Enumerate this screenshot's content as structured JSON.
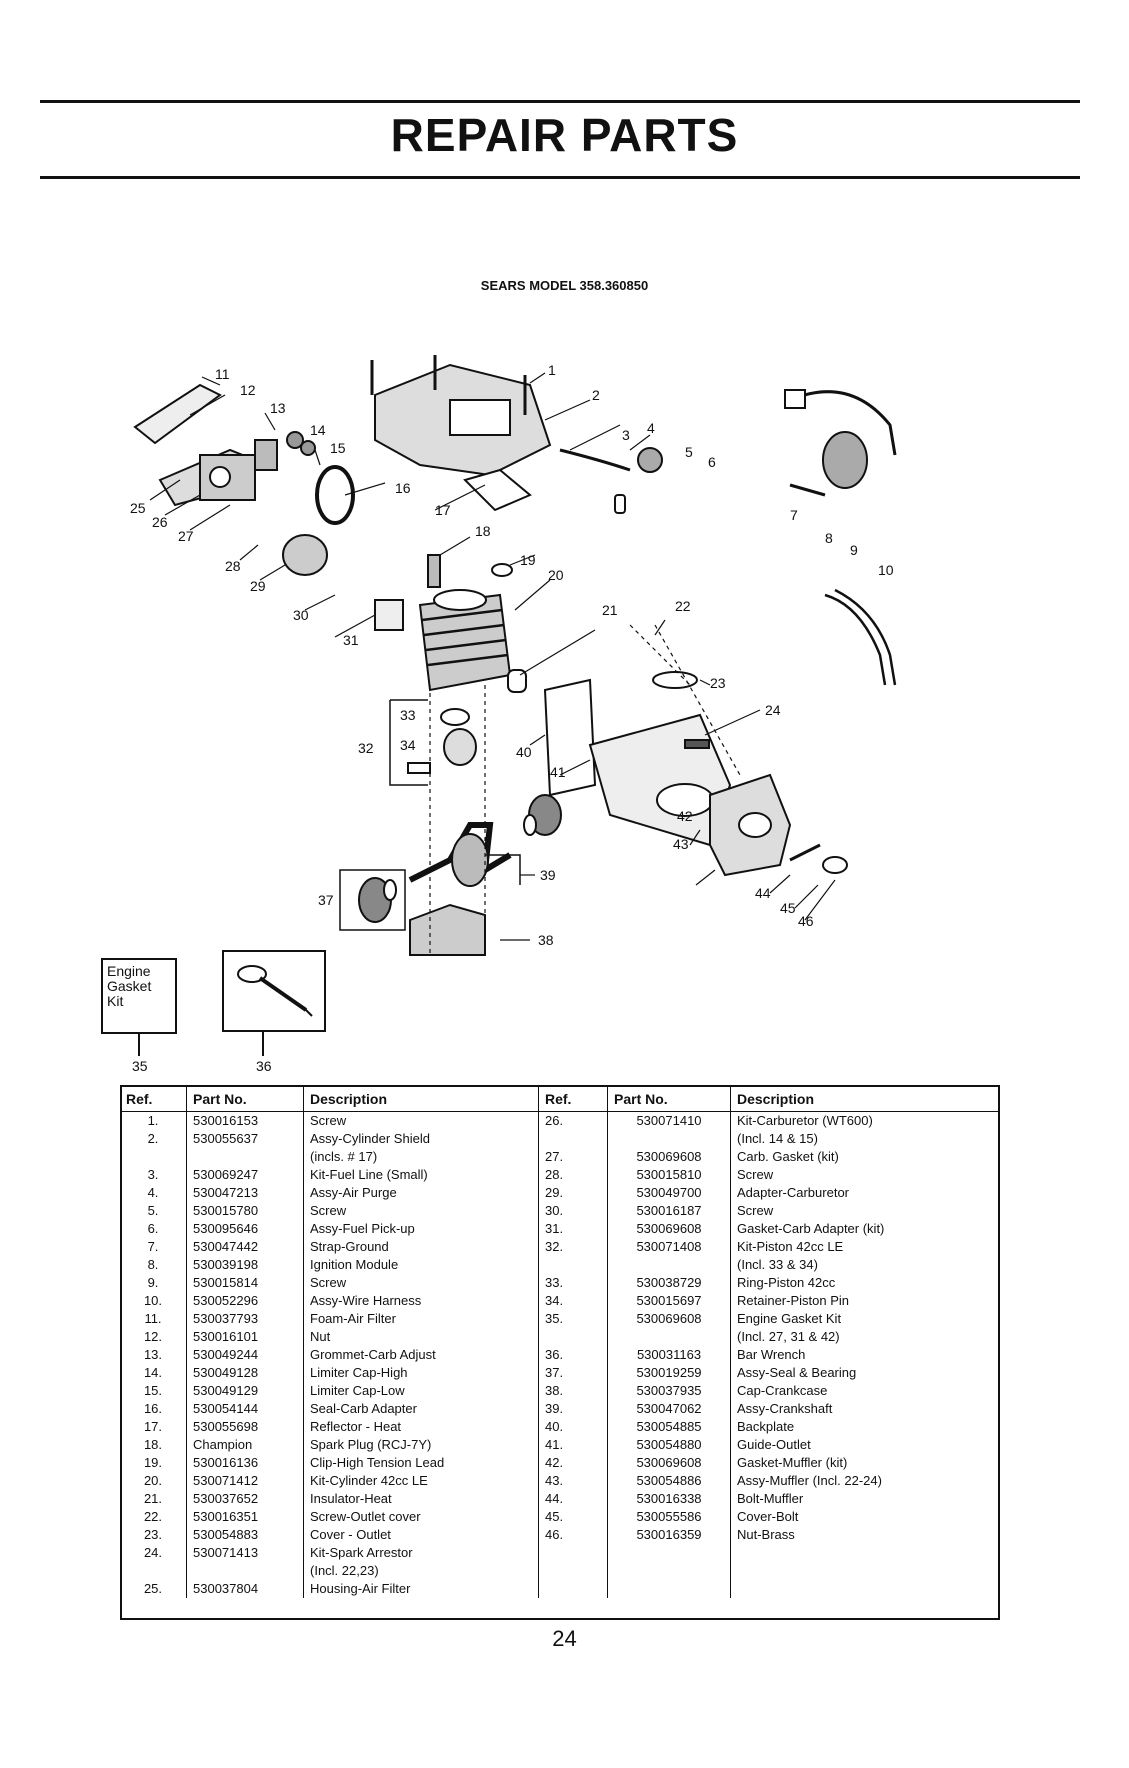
{
  "header": {
    "title": "REPAIR PARTS",
    "model": "SEARS MODEL 358.360850"
  },
  "diagram": {
    "callouts": [
      "1",
      "2",
      "3",
      "4",
      "5",
      "6",
      "7",
      "8",
      "9",
      "10",
      "11",
      "12",
      "13",
      "14",
      "15",
      "16",
      "17",
      "18",
      "19",
      "20",
      "21",
      "22",
      "23",
      "24",
      "25",
      "26",
      "27",
      "28",
      "29",
      "30",
      "31",
      "32",
      "33",
      "34",
      "37",
      "38",
      "39",
      "40",
      "41",
      "42",
      "43",
      "44",
      "45",
      "46"
    ],
    "kit_box_35_label": "Engine Gasket Kit",
    "kit_ref_35": "35",
    "kit_ref_36": "36"
  },
  "table": {
    "headers": [
      "Ref.",
      "Part No.",
      "Description",
      "Ref.",
      "Part No.",
      "Description"
    ],
    "left_rows": [
      {
        "ref": "1.",
        "part": "530016153",
        "desc": "Screw"
      },
      {
        "ref": "2.",
        "part": "530055637",
        "desc": "Assy-Cylinder Shield"
      },
      {
        "ref": "",
        "part": "",
        "desc": "(incls. # 17)"
      },
      {
        "ref": "3.",
        "part": "530069247",
        "desc": "Kit-Fuel Line (Small)"
      },
      {
        "ref": "4.",
        "part": "530047213",
        "desc": "Assy-Air Purge"
      },
      {
        "ref": "5.",
        "part": "530015780",
        "desc": "Screw"
      },
      {
        "ref": "6.",
        "part": "530095646",
        "desc": "Assy-Fuel Pick-up"
      },
      {
        "ref": "7.",
        "part": "530047442",
        "desc": "Strap-Ground"
      },
      {
        "ref": "8.",
        "part": "530039198",
        "desc": "Ignition Module"
      },
      {
        "ref": "9.",
        "part": "530015814",
        "desc": "Screw"
      },
      {
        "ref": "10.",
        "part": "530052296",
        "desc": "Assy-Wire Harness"
      },
      {
        "ref": "11.",
        "part": "530037793",
        "desc": "Foam-Air Filter"
      },
      {
        "ref": "12.",
        "part": "530016101",
        "desc": "Nut"
      },
      {
        "ref": "13.",
        "part": "530049244",
        "desc": "Grommet-Carb Adjust"
      },
      {
        "ref": "14.",
        "part": "530049128",
        "desc": "Limiter Cap-High"
      },
      {
        "ref": "15.",
        "part": "530049129",
        "desc": "Limiter Cap-Low"
      },
      {
        "ref": "16.",
        "part": "530054144",
        "desc": "Seal-Carb Adapter"
      },
      {
        "ref": "17.",
        "part": "530055698",
        "desc": "Reflector - Heat"
      },
      {
        "ref": "18.",
        "part": "Champion",
        "desc": "Spark Plug (RCJ-7Y)"
      },
      {
        "ref": "19.",
        "part": "530016136",
        "desc": "Clip-High Tension Lead"
      },
      {
        "ref": "20.",
        "part": "530071412",
        "desc": "Kit-Cylinder 42cc LE"
      },
      {
        "ref": "21.",
        "part": "530037652",
        "desc": "Insulator-Heat"
      },
      {
        "ref": "22.",
        "part": "530016351",
        "desc": "Screw-Outlet cover"
      },
      {
        "ref": "23.",
        "part": "530054883",
        "desc": "Cover - Outlet"
      },
      {
        "ref": "24.",
        "part": "530071413",
        "desc": "Kit-Spark Arrestor"
      },
      {
        "ref": "",
        "part": "",
        "desc": "(Incl. 22,23)"
      },
      {
        "ref": "25.",
        "part": "530037804",
        "desc": "Housing-Air Filter"
      }
    ],
    "right_rows": [
      {
        "ref": "26.",
        "part": "530071410",
        "desc": "Kit-Carburetor (WT600)"
      },
      {
        "ref": "",
        "part": "",
        "desc": "(Incl. 14 & 15)"
      },
      {
        "ref": "27.",
        "part": "530069608",
        "desc": "Carb. Gasket (kit)"
      },
      {
        "ref": "28.",
        "part": "530015810",
        "desc": "Screw"
      },
      {
        "ref": "29.",
        "part": "530049700",
        "desc": "Adapter-Carburetor"
      },
      {
        "ref": "30.",
        "part": "530016187",
        "desc": "Screw"
      },
      {
        "ref": "31.",
        "part": "530069608",
        "desc": "Gasket-Carb Adapter (kit)"
      },
      {
        "ref": "32.",
        "part": "530071408",
        "desc": "Kit-Piston 42cc LE"
      },
      {
        "ref": "",
        "part": "",
        "desc": "(Incl. 33 & 34)"
      },
      {
        "ref": "33.",
        "part": "530038729",
        "desc": "Ring-Piston 42cc"
      },
      {
        "ref": "34.",
        "part": "530015697",
        "desc": "Retainer-Piston Pin"
      },
      {
        "ref": "35.",
        "part": "530069608",
        "desc": "Engine Gasket Kit"
      },
      {
        "ref": "",
        "part": "",
        "desc": "(Incl. 27, 31 & 42)"
      },
      {
        "ref": "36.",
        "part": "530031163",
        "desc": "Bar Wrench"
      },
      {
        "ref": "37.",
        "part": "530019259",
        "desc": "Assy-Seal & Bearing"
      },
      {
        "ref": "38.",
        "part": "530037935",
        "desc": "Cap-Crankcase"
      },
      {
        "ref": "39.",
        "part": "530047062",
        "desc": "Assy-Crankshaft"
      },
      {
        "ref": "40.",
        "part": "530054885",
        "desc": "Backplate"
      },
      {
        "ref": "41.",
        "part": "530054880",
        "desc": "Guide-Outlet"
      },
      {
        "ref": "42.",
        "part": "530069608",
        "desc": "Gasket-Muffler (kit)"
      },
      {
        "ref": "43.",
        "part": "530054886",
        "desc": "Assy-Muffler (Incl. 22-24)"
      },
      {
        "ref": "44.",
        "part": "530016338",
        "desc": "Bolt-Muffler"
      },
      {
        "ref": "45.",
        "part": "530055586",
        "desc": "Cover-Bolt"
      },
      {
        "ref": "46.",
        "part": "530016359",
        "desc": "Nut-Brass"
      }
    ]
  },
  "footer": {
    "page_number": "24"
  }
}
